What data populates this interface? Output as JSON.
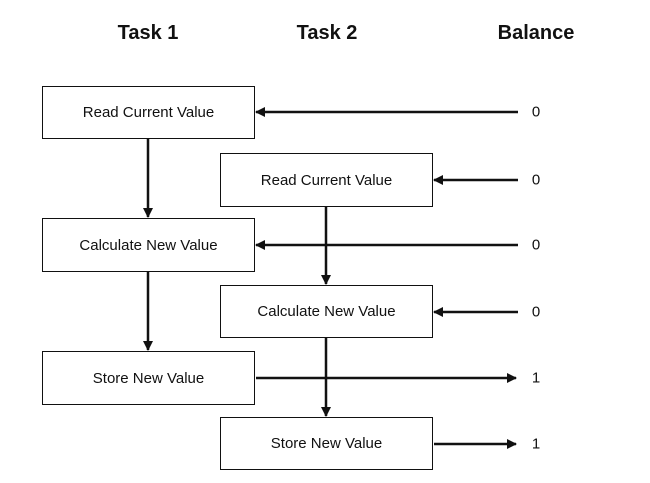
{
  "headers": {
    "task1": "Task 1",
    "task2": "Task 2",
    "balance": "Balance"
  },
  "task1_steps": [
    "Read Current Value",
    "Calculate New Value",
    "Store New Value"
  ],
  "task2_steps": [
    "Read Current Value",
    "Calculate New Value",
    "Store New Value"
  ],
  "balance_values": [
    "0",
    "0",
    "0",
    "0",
    "1",
    "1"
  ]
}
